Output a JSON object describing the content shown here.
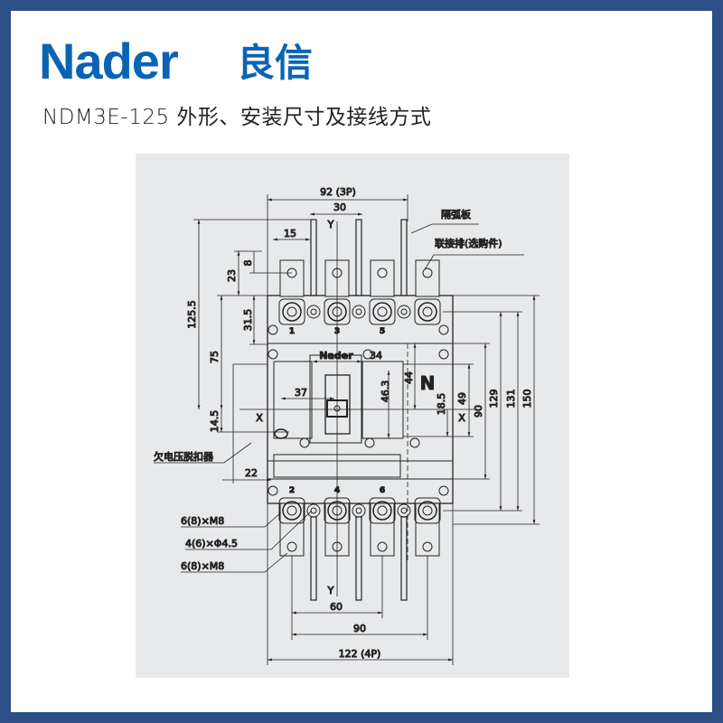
{
  "brand": {
    "logo_latin": "Nader",
    "logo_chinese": "良信",
    "color": "#0a64b4"
  },
  "title": "NDM3E-125 外形、安装尺寸及接线方式",
  "frame_color": "#2f4f88",
  "drawing": {
    "nameplate": "Nader",
    "neutral_mark": "N",
    "axis_x": "X",
    "axis_y": "Y",
    "top_pole_labels": [
      "1",
      "3",
      "5"
    ],
    "bottom_pole_labels": [
      "2",
      "4",
      "6"
    ],
    "dimensions": {
      "width_3p": "92 (3P)",
      "pole_pitch": "30",
      "half_pitch": "15",
      "lug_height": "23",
      "hole_offset": "8",
      "overall_top": "125.5",
      "to_axis": "75",
      "terminal_block": "31.5",
      "axis_offset": "14.5",
      "handle_width": "34",
      "handle_offset": "37",
      "handle_height": "46.3",
      "n_height": "44",
      "n_offset": "18.5",
      "d49": "49",
      "d90_v": "90",
      "d129": "129",
      "d131": "131",
      "d150": "150",
      "d22": "22",
      "bottom_60": "60",
      "bottom_90": "90",
      "width_4p": "122 (4P)"
    },
    "annotations": {
      "arc_barrier": "隔弧板",
      "link_bar": "联接排(选购件)",
      "undervoltage_release": "欠电压脱扣器",
      "screw_top": "6(8)×M8",
      "mount_hole": "4(6)×Φ4.5",
      "screw_bottom": "6(8)×M8"
    }
  }
}
